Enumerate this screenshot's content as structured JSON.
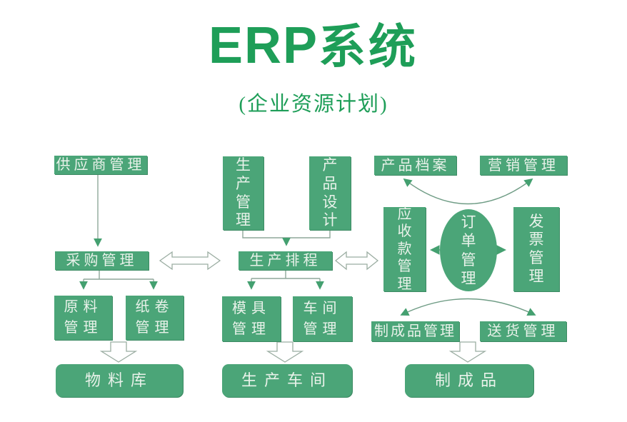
{
  "title": {
    "main_en": "ERP",
    "main_zh": "系统",
    "subtitle": "(企业资源计划)"
  },
  "colors": {
    "node_green": "#4ba578",
    "title_green": "#1e9e58",
    "node_text": "#e9f2ea",
    "connector_line": "#8fa79a",
    "arrowhead_green": "#44a070",
    "hollow_arrow_outline": "#9bada2"
  },
  "nodes": {
    "supplier": "供应商管理",
    "purchasing": "采购管理",
    "raw_material": "原料管理",
    "paper_roll": "纸卷管理",
    "material_warehouse": "物料库",
    "production_mgmt": "生产管理",
    "product_design": "产品设计",
    "production_scheduling": "生产排程",
    "mold_mgmt": "模具管理",
    "workshop_mgmt": "车间管理",
    "production_workshop": "生产车间",
    "product_archives": "产品档案",
    "marketing_mgmt": "营销管理",
    "receivables_mgmt": "应收款管理",
    "order_mgmt": "订单管理",
    "invoice_mgmt": "发票管理",
    "finished_goods_mgmt": "制成品管理",
    "delivery_mgmt": "送货管理",
    "finished_goods": "制成品"
  }
}
